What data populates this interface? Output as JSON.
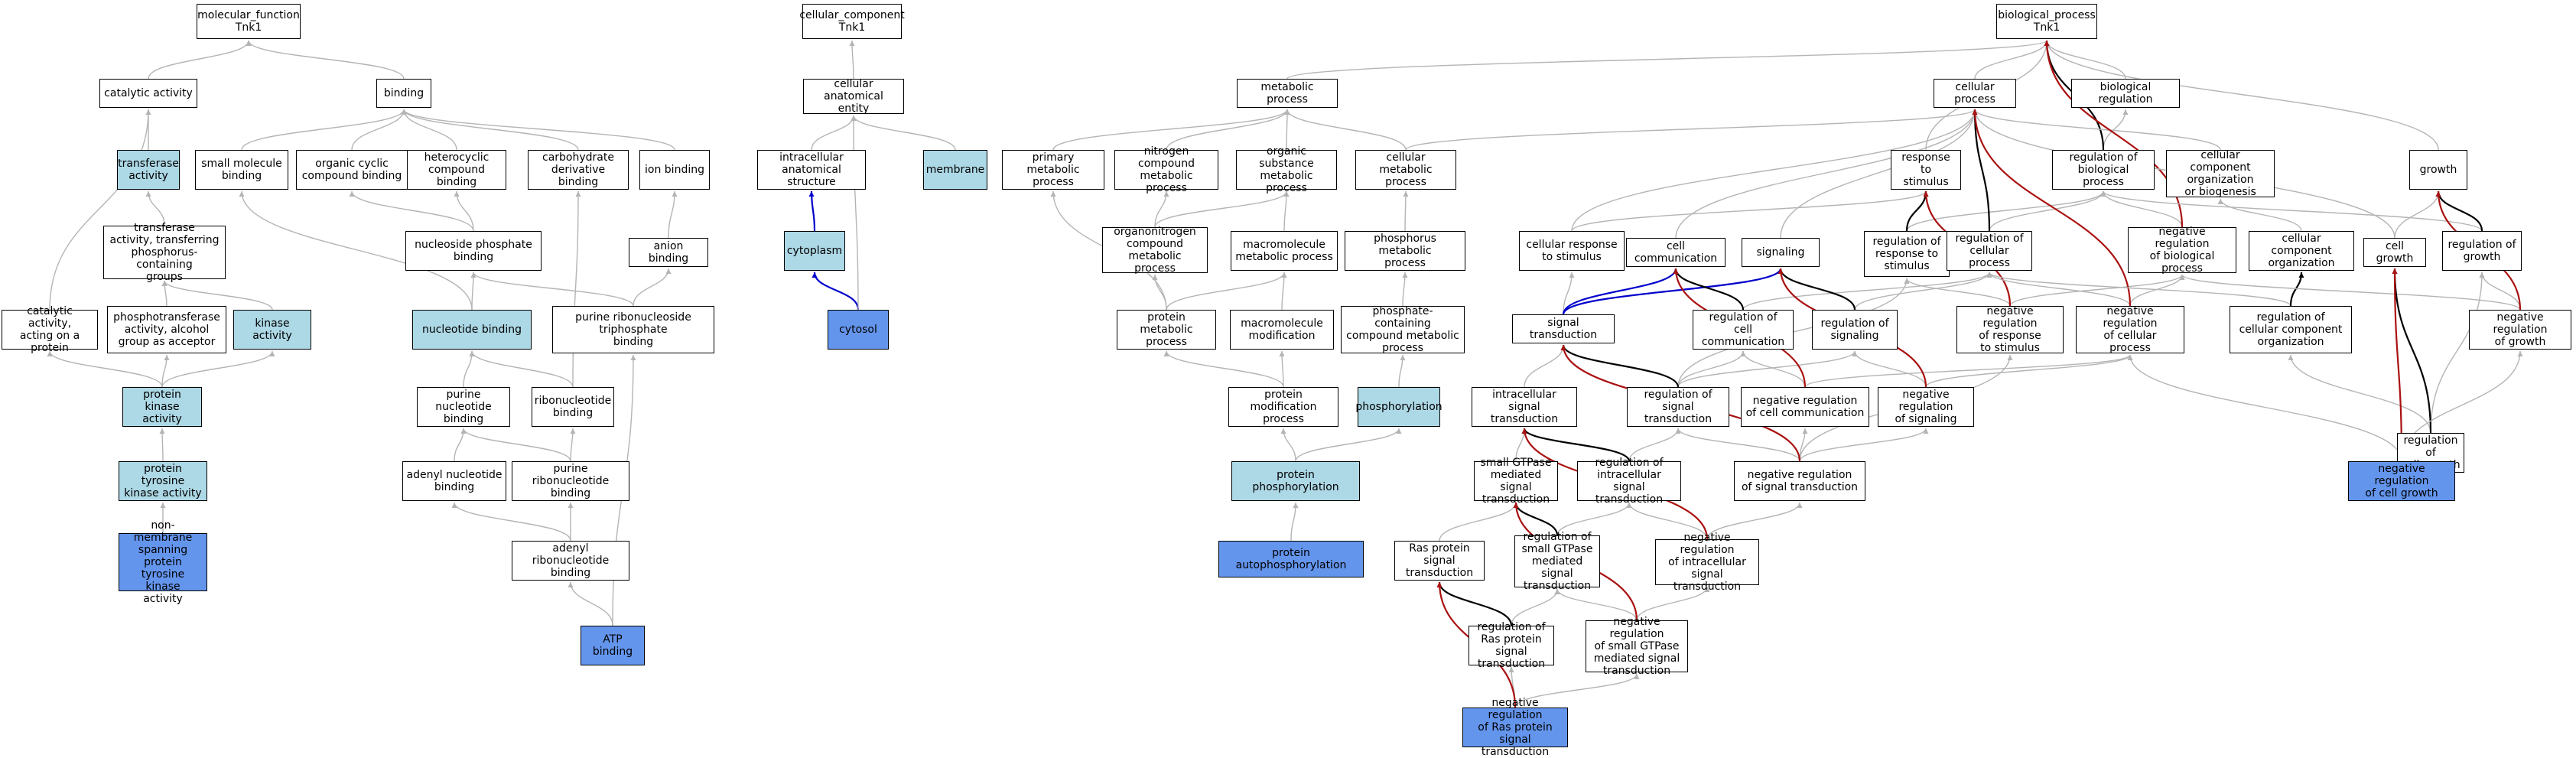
{
  "colors": {
    "node_fill": "#ffffff",
    "highlight_fill": "#add8e6",
    "query_fill": "#6495ed",
    "is_a_edge": "#b4b4b4",
    "part_of_edge": "#0000cc",
    "regulates_edge": "#000000",
    "negatively_regulates_edge": "#aa1111"
  },
  "nodes": [
    {
      "id": "mf",
      "label": "molecular_function\nTnk1",
      "style": "plain"
    },
    {
      "id": "catalytic",
      "label": "catalytic activity",
      "style": "plain"
    },
    {
      "id": "binding",
      "label": "binding",
      "style": "plain"
    },
    {
      "id": "transferase",
      "label": "transferase\nactivity",
      "style": "light"
    },
    {
      "id": "smallmol",
      "label": "small molecule\nbinding",
      "style": "plain"
    },
    {
      "id": "orgcyclic",
      "label": "organic cyclic\ncompound binding",
      "style": "plain"
    },
    {
      "id": "heterocyclic",
      "label": "heterocyclic\ncompound binding",
      "style": "plain"
    },
    {
      "id": "carbohydrate",
      "label": "carbohydrate\nderivative binding",
      "style": "plain"
    },
    {
      "id": "ionbinding",
      "label": "ion binding",
      "style": "plain"
    },
    {
      "id": "transferphos",
      "label": "transferase\nactivity, transferring\nphosphorus-containing\ngroups",
      "style": "plain"
    },
    {
      "id": "nucphosbind",
      "label": "nucleoside phosphate\nbinding",
      "style": "plain"
    },
    {
      "id": "anionbinding",
      "label": "anion binding",
      "style": "plain"
    },
    {
      "id": "catalyticprot",
      "label": "catalytic activity,\nacting on a\nprotein",
      "style": "plain"
    },
    {
      "id": "phosphotrans",
      "label": "phosphotransferase\nactivity, alcohol\ngroup as acceptor",
      "style": "plain"
    },
    {
      "id": "kinase",
      "label": "kinase activity",
      "style": "light"
    },
    {
      "id": "nucbinding",
      "label": "nucleotide binding",
      "style": "light"
    },
    {
      "id": "purribotri",
      "label": "purine ribonucleoside\ntriphosphate\nbinding",
      "style": "plain"
    },
    {
      "id": "protkinase",
      "label": "protein kinase\nactivity",
      "style": "light"
    },
    {
      "id": "purnuc",
      "label": "purine nucleotide\nbinding",
      "style": "plain"
    },
    {
      "id": "ribonuc",
      "label": "ribonucleotide\nbinding",
      "style": "plain"
    },
    {
      "id": "prottyrkinase",
      "label": "protein tyrosine\nkinase activity",
      "style": "light"
    },
    {
      "id": "adenylnuc",
      "label": "adenyl nucleotide\nbinding",
      "style": "plain"
    },
    {
      "id": "purribo",
      "label": "purine ribonucleotide\nbinding",
      "style": "plain"
    },
    {
      "id": "nonmembrane",
      "label": "non-membrane\nspanning protein\ntyrosine kinase\nactivity",
      "style": "dark"
    },
    {
      "id": "adenylribo",
      "label": "adenyl ribonucleotide\nbinding",
      "style": "plain"
    },
    {
      "id": "atpbinding",
      "label": "ATP binding",
      "style": "dark"
    },
    {
      "id": "cc",
      "label": "cellular_component\nTnk1",
      "style": "plain"
    },
    {
      "id": "cae",
      "label": "cellular anatomical\nentity",
      "style": "plain"
    },
    {
      "id": "intracellular",
      "label": "intracellular\nanatomical structure",
      "style": "plain"
    },
    {
      "id": "membrane",
      "label": "membrane",
      "style": "light"
    },
    {
      "id": "cytoplasm",
      "label": "cytoplasm",
      "style": "light"
    },
    {
      "id": "cytosol",
      "label": "cytosol",
      "style": "dark"
    },
    {
      "id": "bp",
      "label": "biological_process\nTnk1",
      "style": "plain"
    },
    {
      "id": "metabolic",
      "label": "metabolic process",
      "style": "plain"
    },
    {
      "id": "cellularproc",
      "label": "cellular process",
      "style": "plain"
    },
    {
      "id": "bioreg",
      "label": "biological regulation",
      "style": "plain"
    },
    {
      "id": "primarymet",
      "label": "primary metabolic\nprocess",
      "style": "plain"
    },
    {
      "id": "nitrogenmet",
      "label": "nitrogen compound\nmetabolic process",
      "style": "plain"
    },
    {
      "id": "orgsubmet",
      "label": "organic substance\nmetabolic process",
      "style": "plain"
    },
    {
      "id": "cellmet",
      "label": "cellular metabolic\nprocess",
      "style": "plain"
    },
    {
      "id": "resptostim",
      "label": "response to\nstimulus",
      "style": "plain"
    },
    {
      "id": "regbioproc",
      "label": "regulation of\nbiological process",
      "style": "plain"
    },
    {
      "id": "cccorg",
      "label": "cellular component\norganization\nor biogenesis",
      "style": "plain"
    },
    {
      "id": "growth",
      "label": "growth",
      "style": "plain"
    },
    {
      "id": "organonitrogen",
      "label": "organonitrogen\ncompound metabolic\nprocess",
      "style": "plain"
    },
    {
      "id": "macromet",
      "label": "macromolecule\nmetabolic process",
      "style": "plain"
    },
    {
      "id": "phosphorusmet",
      "label": "phosphorus metabolic\nprocess",
      "style": "plain"
    },
    {
      "id": "cellresp",
      "label": "cellular response\nto stimulus",
      "style": "plain"
    },
    {
      "id": "cellcomm",
      "label": "cell communication",
      "style": "plain"
    },
    {
      "id": "signaling",
      "label": "signaling",
      "style": "plain"
    },
    {
      "id": "regresp",
      "label": "regulation of\nresponse to\nstimulus",
      "style": "plain"
    },
    {
      "id": "regcellproc",
      "label": "regulation of\ncellular process",
      "style": "plain"
    },
    {
      "id": "negregbio",
      "label": "negative regulation\nof biological\nprocess",
      "style": "plain"
    },
    {
      "id": "ccorg",
      "label": "cellular component\norganization",
      "style": "plain"
    },
    {
      "id": "cellgrowth",
      "label": "cell growth",
      "style": "plain"
    },
    {
      "id": "reggrowth",
      "label": "regulation of\ngrowth",
      "style": "plain"
    },
    {
      "id": "protmet",
      "label": "protein metabolic\nprocess",
      "style": "plain"
    },
    {
      "id": "macromod",
      "label": "macromolecule\nmodification",
      "style": "plain"
    },
    {
      "id": "phoscontaining",
      "label": "phosphate-containing\ncompound metabolic\nprocess",
      "style": "plain"
    },
    {
      "id": "sigtrans",
      "label": "signal transduction",
      "style": "plain"
    },
    {
      "id": "regcellcomm",
      "label": "regulation of\ncell communication",
      "style": "plain"
    },
    {
      "id": "regsignaling",
      "label": "regulation of\nsignaling",
      "style": "plain"
    },
    {
      "id": "negregresp",
      "label": "negative regulation\nof response\nto stimulus",
      "style": "plain"
    },
    {
      "id": "negregcell",
      "label": "negative regulation\nof cellular\nprocess",
      "style": "plain"
    },
    {
      "id": "regccorg",
      "label": "regulation of\ncellular component\norganization",
      "style": "plain"
    },
    {
      "id": "negreggrowth",
      "label": "negative regulation\nof growth",
      "style": "plain"
    },
    {
      "id": "protmod",
      "label": "protein modification\nprocess",
      "style": "plain"
    },
    {
      "id": "phosphorylation",
      "label": "phosphorylation",
      "style": "light"
    },
    {
      "id": "intrasig",
      "label": "intracellular\nsignal transduction",
      "style": "plain"
    },
    {
      "id": "regsigtrans",
      "label": "regulation of\nsignal transduction",
      "style": "plain"
    },
    {
      "id": "negregcellcomm",
      "label": "negative regulation\nof cell communication",
      "style": "plain"
    },
    {
      "id": "negregsignaling",
      "label": "negative regulation\nof signaling",
      "style": "plain"
    },
    {
      "id": "regcellgrowth",
      "label": "regulation of\ncell growth",
      "style": "plain"
    },
    {
      "id": "protphos",
      "label": "protein phosphorylation",
      "style": "light"
    },
    {
      "id": "smallgtpase",
      "label": "small GTPase\nmediated signal\ntransduction",
      "style": "plain"
    },
    {
      "id": "regintrasig",
      "label": "regulation of\nintracellular\nsignal transduction",
      "style": "plain"
    },
    {
      "id": "negregsigtrans",
      "label": "negative regulation\nof signal transduction",
      "style": "plain"
    },
    {
      "id": "negregcellgrowth",
      "label": "negative regulation\nof cell growth",
      "style": "dark"
    },
    {
      "id": "protautophos",
      "label": "protein autophosphorylation",
      "style": "dark"
    },
    {
      "id": "ras",
      "label": "Ras protein\nsignal transduction",
      "style": "plain"
    },
    {
      "id": "regsmallgtpase",
      "label": "regulation of\nsmall GTPase\nmediated signal\ntransduction",
      "style": "plain"
    },
    {
      "id": "negregintra",
      "label": "negative regulation\nof intracellular\nsignal transduction",
      "style": "plain"
    },
    {
      "id": "regras",
      "label": "regulation of\nRas protein\nsignal transduction",
      "style": "plain"
    },
    {
      "id": "negregsmall",
      "label": "negative regulation\nof small GTPase\nmediated signal\ntransduction",
      "style": "plain"
    },
    {
      "id": "negregras",
      "label": "negative regulation\nof Ras protein\nsignal transduction",
      "style": "dark"
    }
  ],
  "edges": [
    [
      "catalytic",
      "mf",
      "is_a"
    ],
    [
      "binding",
      "mf",
      "is_a"
    ],
    [
      "transferase",
      "catalytic",
      "is_a"
    ],
    [
      "catalyticprot",
      "catalytic",
      "is_a"
    ],
    [
      "smallmol",
      "binding",
      "is_a"
    ],
    [
      "orgcyclic",
      "binding",
      "is_a"
    ],
    [
      "heterocyclic",
      "binding",
      "is_a"
    ],
    [
      "carbohydrate",
      "binding",
      "is_a"
    ],
    [
      "ionbinding",
      "binding",
      "is_a"
    ],
    [
      "transferphos",
      "transferase",
      "is_a"
    ],
    [
      "phosphotrans",
      "transferphos",
      "is_a"
    ],
    [
      "kinase",
      "transferphos",
      "is_a"
    ],
    [
      "nucphosbind",
      "orgcyclic",
      "is_a"
    ],
    [
      "nucphosbind",
      "heterocyclic",
      "is_a"
    ],
    [
      "anionbinding",
      "ionbinding",
      "is_a"
    ],
    [
      "nucbinding",
      "nucphosbind",
      "is_a"
    ],
    [
      "nucbinding",
      "smallmol",
      "is_a"
    ],
    [
      "purribotri",
      "anionbinding",
      "is_a"
    ],
    [
      "purribotri",
      "nucphosbind",
      "is_a"
    ],
    [
      "protkinase",
      "kinase",
      "is_a"
    ],
    [
      "protkinase",
      "phosphotrans",
      "is_a"
    ],
    [
      "protkinase",
      "catalyticprot",
      "is_a"
    ],
    [
      "purnuc",
      "nucbinding",
      "is_a"
    ],
    [
      "ribonuc",
      "nucbinding",
      "is_a"
    ],
    [
      "ribonuc",
      "carbohydrate",
      "is_a"
    ],
    [
      "prottyrkinase",
      "protkinase",
      "is_a"
    ],
    [
      "adenylnuc",
      "purnuc",
      "is_a"
    ],
    [
      "purribo",
      "purnuc",
      "is_a"
    ],
    [
      "purribo",
      "ribonuc",
      "is_a"
    ],
    [
      "nonmembrane",
      "prottyrkinase",
      "is_a"
    ],
    [
      "adenylribo",
      "adenylnuc",
      "is_a"
    ],
    [
      "adenylribo",
      "purribo",
      "is_a"
    ],
    [
      "atpbinding",
      "adenylribo",
      "is_a"
    ],
    [
      "atpbinding",
      "purribotri",
      "is_a"
    ],
    [
      "cae",
      "cc",
      "is_a"
    ],
    [
      "intracellular",
      "cae",
      "is_a"
    ],
    [
      "membrane",
      "cae",
      "is_a"
    ],
    [
      "cytoplasm",
      "intracellular",
      "part_of"
    ],
    [
      "cytosol",
      "cytoplasm",
      "part_of"
    ],
    [
      "cytosol",
      "cae",
      "is_a"
    ],
    [
      "metabolic",
      "bp",
      "is_a"
    ],
    [
      "cellularproc",
      "bp",
      "is_a"
    ],
    [
      "bioreg",
      "bp",
      "is_a"
    ],
    [
      "growth",
      "bp",
      "is_a"
    ],
    [
      "primarymet",
      "metabolic",
      "is_a"
    ],
    [
      "nitrogenmet",
      "metabolic",
      "is_a"
    ],
    [
      "orgsubmet",
      "metabolic",
      "is_a"
    ],
    [
      "cellmet",
      "metabolic",
      "is_a"
    ],
    [
      "cellmet",
      "cellularproc",
      "is_a"
    ],
    [
      "resptostim",
      "bp",
      "is_a"
    ],
    [
      "regbioproc",
      "bioreg",
      "is_a"
    ],
    [
      "regbioproc",
      "bp",
      "regulates"
    ],
    [
      "cccorg",
      "cellularproc",
      "is_a"
    ],
    [
      "organonitrogen",
      "nitrogenmet",
      "is_a"
    ],
    [
      "organonitrogen",
      "orgsubmet",
      "is_a"
    ],
    [
      "macromet",
      "orgsubmet",
      "is_a"
    ],
    [
      "phosphorusmet",
      "cellmet",
      "is_a"
    ],
    [
      "cellresp",
      "resptostim",
      "is_a"
    ],
    [
      "cellresp",
      "cellularproc",
      "is_a"
    ],
    [
      "cellcomm",
      "cellularproc",
      "is_a"
    ],
    [
      "signaling",
      "cellularproc",
      "is_a"
    ],
    [
      "regresp",
      "regbioproc",
      "is_a"
    ],
    [
      "regresp",
      "resptostim",
      "regulates"
    ],
    [
      "regcellproc",
      "regbioproc",
      "is_a"
    ],
    [
      "regcellproc",
      "cellularproc",
      "regulates"
    ],
    [
      "negregbio",
      "regbioproc",
      "is_a"
    ],
    [
      "negregbio",
      "bp",
      "neg_regulates"
    ],
    [
      "ccorg",
      "cccorg",
      "is_a"
    ],
    [
      "cellgrowth",
      "growth",
      "is_a"
    ],
    [
      "cellgrowth",
      "cellularproc",
      "is_a"
    ],
    [
      "reggrowth",
      "regbioproc",
      "is_a"
    ],
    [
      "reggrowth",
      "growth",
      "regulates"
    ],
    [
      "protmet",
      "primarymet",
      "is_a"
    ],
    [
      "protmet",
      "organonitrogen",
      "is_a"
    ],
    [
      "protmet",
      "macromet",
      "is_a"
    ],
    [
      "macromod",
      "macromet",
      "is_a"
    ],
    [
      "phoscontaining",
      "phosphorusmet",
      "is_a"
    ],
    [
      "sigtrans",
      "cellresp",
      "is_a"
    ],
    [
      "sigtrans",
      "cellcomm",
      "part_of"
    ],
    [
      "sigtrans",
      "signaling",
      "part_of"
    ],
    [
      "regcellcomm",
      "regcellproc",
      "is_a"
    ],
    [
      "regcellcomm",
      "cellcomm",
      "regulates"
    ],
    [
      "regsignaling",
      "regcellproc",
      "is_a"
    ],
    [
      "regsignaling",
      "signaling",
      "regulates"
    ],
    [
      "negregresp",
      "regresp",
      "is_a"
    ],
    [
      "negregresp",
      "negregbio",
      "is_a"
    ],
    [
      "negregresp",
      "resptostim",
      "neg_regulates"
    ],
    [
      "negregcell",
      "regcellproc",
      "is_a"
    ],
    [
      "negregcell",
      "negregbio",
      "is_a"
    ],
    [
      "negregcell",
      "cellularproc",
      "neg_regulates"
    ],
    [
      "regccorg",
      "regcellproc",
      "is_a"
    ],
    [
      "regccorg",
      "ccorg",
      "regulates"
    ],
    [
      "negreggrowth",
      "reggrowth",
      "is_a"
    ],
    [
      "negreggrowth",
      "negregbio",
      "is_a"
    ],
    [
      "negreggrowth",
      "growth",
      "neg_regulates"
    ],
    [
      "protmod",
      "protmet",
      "is_a"
    ],
    [
      "protmod",
      "macromod",
      "is_a"
    ],
    [
      "phosphorylation",
      "phoscontaining",
      "is_a"
    ],
    [
      "intrasig",
      "sigtrans",
      "is_a"
    ],
    [
      "regsigtrans",
      "regcellcomm",
      "is_a"
    ],
    [
      "regsigtrans",
      "regsignaling",
      "is_a"
    ],
    [
      "regsigtrans",
      "regresp",
      "is_a"
    ],
    [
      "regsigtrans",
      "sigtrans",
      "regulates"
    ],
    [
      "negregcellcomm",
      "regcellcomm",
      "is_a"
    ],
    [
      "negregcellcomm",
      "negregcell",
      "is_a"
    ],
    [
      "negregcellcomm",
      "cellcomm",
      "neg_regulates"
    ],
    [
      "negregsignaling",
      "regsignaling",
      "is_a"
    ],
    [
      "negregsignaling",
      "negregcell",
      "is_a"
    ],
    [
      "negregsignaling",
      "signaling",
      "neg_regulates"
    ],
    [
      "regcellgrowth",
      "reggrowth",
      "is_a"
    ],
    [
      "regcellgrowth",
      "regccorg",
      "is_a"
    ],
    [
      "regcellgrowth",
      "cellgrowth",
      "regulates"
    ],
    [
      "protphos",
      "protmod",
      "is_a"
    ],
    [
      "protphos",
      "phosphorylation",
      "is_a"
    ],
    [
      "smallgtpase",
      "intrasig",
      "is_a"
    ],
    [
      "regintrasig",
      "regsigtrans",
      "is_a"
    ],
    [
      "regintrasig",
      "intrasig",
      "regulates"
    ],
    [
      "negregsigtrans",
      "regsigtrans",
      "is_a"
    ],
    [
      "negregsigtrans",
      "negregcellcomm",
      "is_a"
    ],
    [
      "negregsigtrans",
      "negregsignaling",
      "is_a"
    ],
    [
      "negregsigtrans",
      "negregresp",
      "is_a"
    ],
    [
      "negregsigtrans",
      "sigtrans",
      "neg_regulates"
    ],
    [
      "negregcellgrowth",
      "regcellgrowth",
      "is_a"
    ],
    [
      "negregcellgrowth",
      "negreggrowth",
      "is_a"
    ],
    [
      "negregcellgrowth",
      "negregcell",
      "is_a"
    ],
    [
      "negregcellgrowth",
      "cellgrowth",
      "neg_regulates"
    ],
    [
      "protautophos",
      "protphos",
      "is_a"
    ],
    [
      "ras",
      "smallgtpase",
      "is_a"
    ],
    [
      "regsmallgtpase",
      "regintrasig",
      "is_a"
    ],
    [
      "regsmallgtpase",
      "smallgtpase",
      "regulates"
    ],
    [
      "negregintra",
      "regintrasig",
      "is_a"
    ],
    [
      "negregintra",
      "negregsigtrans",
      "is_a"
    ],
    [
      "negregintra",
      "intrasig",
      "neg_regulates"
    ],
    [
      "regras",
      "regsmallgtpase",
      "is_a"
    ],
    [
      "regras",
      "ras",
      "regulates"
    ],
    [
      "negregsmall",
      "regsmallgtpase",
      "is_a"
    ],
    [
      "negregsmall",
      "negregintra",
      "is_a"
    ],
    [
      "negregsmall",
      "smallgtpase",
      "neg_regulates"
    ],
    [
      "negregras",
      "regras",
      "is_a"
    ],
    [
      "negregras",
      "negregsmall",
      "is_a"
    ],
    [
      "negregras",
      "ras",
      "neg_regulates"
    ]
  ]
}
